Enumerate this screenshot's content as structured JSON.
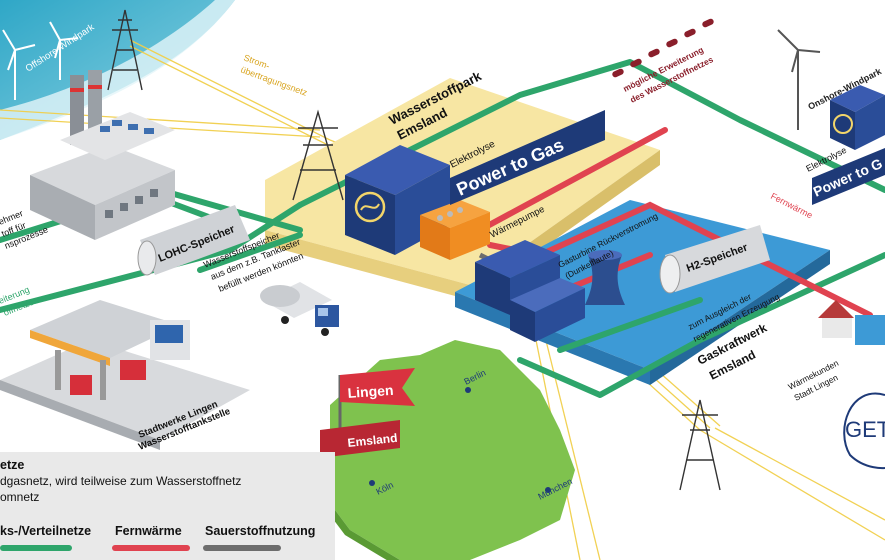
{
  "labels": {
    "offshore_windpark": "Offshore-Windpark",
    "strom_netz_1": "Strom-",
    "strom_netz_2": "übertragungsnetz",
    "erweiterung_1": "mögliche Erweiterung",
    "erweiterung_2": "des Wasserstoffnetzes",
    "onshore_windpark": "Onshore-Windpark",
    "wasserstoffpark_1": "Wasserstoffpark",
    "wasserstoffpark_2": "Emsland",
    "elektrolyse": "Elektrolyse",
    "power_to_gas": "Power to Gas",
    "elektrolyse_right": "Elektrolyse",
    "power_to_gas_right": "Power to G",
    "waermepumpe": "Wärmepumpe",
    "lohc": "LOHC-Speicher",
    "ws_speicher_1": "Wasserstoffspeicher",
    "ws_speicher_2": "aus dem z.B. Tanklaster",
    "ws_speicher_3": "befüllt werden könnten",
    "gasturbine_1": "Gasturbine Rückverstromung",
    "gasturbine_2": "(Dunkelflaute)",
    "h2_speicher": "H2-Speicher",
    "ausgleich_1": "zum Ausgleich der",
    "ausgleich_2": "regenerativen Erzeugung",
    "gaskraftwerk_1": "Gaskraftwerk",
    "gaskraftwerk_2": "Emsland",
    "fernwaerme": "Fernwärme",
    "abnehmer_1": "ehmer",
    "abnehmer_2": "toff für",
    "abnehmer_3": "nsprozesse",
    "erweiterung_left_1": "eiterung",
    "erweiterung_left_2": "offnetzes",
    "tankstelle_1": "Stadtwerke Lingen",
    "tankstelle_2": "Wasserstofftankstelle",
    "waermekunden_1": "Wärmekunden",
    "waermekunden_2": "Stadt Lingen",
    "lingen": "Lingen",
    "emsland": "Emsland",
    "berlin": "Berlin",
    "koeln": "Köln",
    "muenchen": "München",
    "logo": "GET"
  },
  "legend": {
    "heading": "etze",
    "line1": "dgasnetz, wird teilweise zum Wasserstoffnetz",
    "line2": "omnetz",
    "col1": "ks-/Verteilnetze",
    "col2": "Fernwärme",
    "col3": "Sauerstoffnutzung"
  },
  "colors": {
    "green_network": "#2ea56b",
    "red_heat": "#e04350",
    "grey_oxygen": "#6d6d6d",
    "yellow_zone": "#f7e6a3",
    "blue_zone": "#3d9ad6",
    "navy_building": "#1e3a78",
    "map_green": "#7fc24e",
    "flag_red": "#d9323f"
  }
}
